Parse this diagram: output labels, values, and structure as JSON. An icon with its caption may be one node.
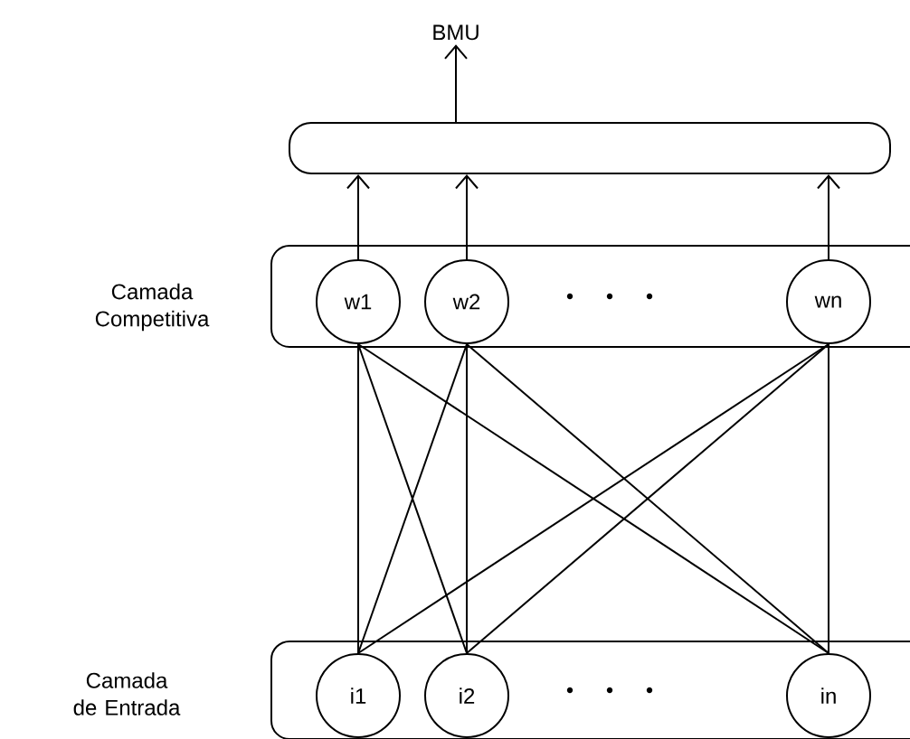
{
  "diagram": {
    "nodes": [
      {
        "text": [
          "BMU"
        ]
      },
      {
        "text": [],
        "shape": "box"
      },
      {
        "text": [
          "Camada Competitiva"
        ]
      },
      {
        "text": [
          "w1"
        ],
        "in": 2
      },
      {
        "text": [
          "w2"
        ],
        "in": 2
      },
      {
        "text": [
          "wn"
        ],
        "in": 2
      },
      {
        "text": [
          "Camada de Entrada"
        ]
      },
      {
        "text": [
          "i1"
        ],
        "in": 6
      },
      {
        "text": [
          "i2"
        ],
        "in": 6
      },
      {
        "text": [
          "in"
        ],
        "in": 6
      }
    ],
    "edges": [
      {
        "from": 1,
        "to": 0,
        "arrow": "to"
      },
      {
        "from": 3,
        "to": 1,
        "arrow": "to"
      },
      {
        "from": 4,
        "to": 1,
        "arrow": "to"
      },
      {
        "from": 5,
        "to": 1,
        "arrow": "to"
      },
      {
        "from": 3,
        "to": 7,
        "arrow": "none"
      },
      {
        "from": 3,
        "to": 8,
        "arrow": "none"
      },
      {
        "from": 3,
        "to": 9,
        "arrow": "none"
      },
      {
        "from": 4,
        "to": 7,
        "arrow": "none"
      },
      {
        "from": 4,
        "to": 8,
        "arrow": "none"
      },
      {
        "from": 4,
        "to": 9,
        "arrow": "none"
      },
      {
        "from": 5,
        "to": 7,
        "arrow": "none"
      },
      {
        "from": 5,
        "to": 8,
        "arrow": "none"
      },
      {
        "from": 5,
        "to": 9,
        "arrow": "none"
      }
    ]
  }
}
